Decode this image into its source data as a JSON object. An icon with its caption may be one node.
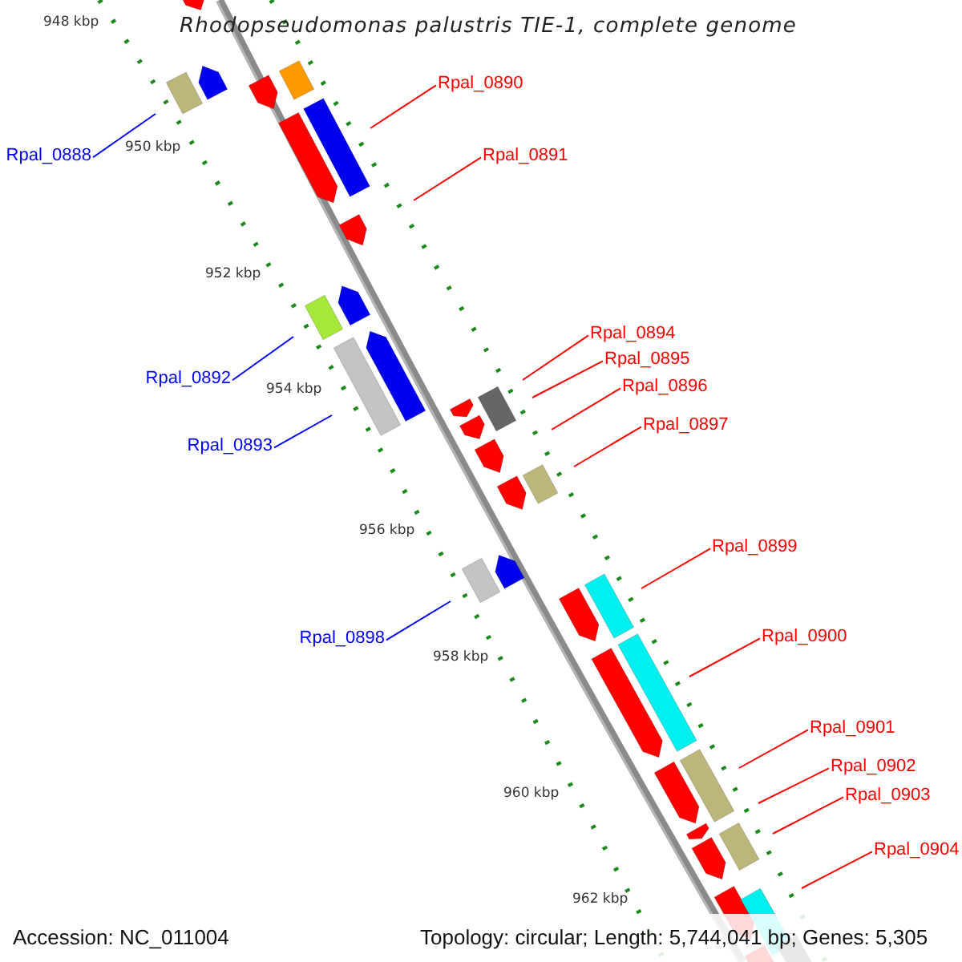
{
  "diagram": {
    "title": "Rhodopseudomonas palustris TIE-1, complete genome",
    "nodes": [
      {
        "text": [
          "Rpal_0888"
        ]
      },
      {
        "text": [
          "Rpal_0890"
        ]
      },
      {
        "text": [
          "Rpal_0891"
        ]
      },
      {
        "text": [
          "Rpal_0892"
        ]
      },
      {
        "text": [
          "Rpal_0893"
        ]
      },
      {
        "text": [
          "Rpal_0894"
        ]
      },
      {
        "text": [
          "Rpal_0895"
        ]
      },
      {
        "text": [
          "Rpal_0896"
        ]
      },
      {
        "text": [
          "Rpal_0897"
        ]
      },
      {
        "text": [
          "Rpal_0898"
        ]
      },
      {
        "text": [
          "Rpal_0899"
        ]
      },
      {
        "text": [
          "Rpal_0900"
        ]
      },
      {
        "text": [
          "Rpal_0901"
        ]
      },
      {
        "text": [
          "Rpal_0902"
        ]
      },
      {
        "text": [
          "Rpal_0903"
        ]
      },
      {
        "text": [
          "Rpal_0904"
        ]
      }
    ],
    "edges": [
      {
        "from": 0,
        "to": null,
        "arrow": "none",
        "color": "#0000ff"
      },
      {
        "from": 1,
        "to": null,
        "arrow": "none"
      },
      {
        "from": 2,
        "to": null,
        "arrow": "none"
      },
      {
        "from": 3,
        "to": null,
        "arrow": "none",
        "color": "#0000ff"
      },
      {
        "from": 4,
        "to": null,
        "arrow": "none",
        "color": "#0000ff"
      },
      {
        "from": 5,
        "to": null,
        "arrow": "none"
      },
      {
        "from": 6,
        "to": null,
        "arrow": "none"
      },
      {
        "from": 7,
        "to": null,
        "arrow": "none"
      },
      {
        "from": 8,
        "to": null,
        "arrow": "none"
      },
      {
        "from": 9,
        "to": null,
        "arrow": "none",
        "color": "#0000ff"
      },
      {
        "from": 10,
        "to": null,
        "arrow": "none"
      },
      {
        "from": 11,
        "to": null,
        "arrow": "none"
      },
      {
        "from": 12,
        "to": null,
        "arrow": "none"
      },
      {
        "from": 13,
        "to": null,
        "arrow": "none"
      },
      {
        "from": 14,
        "to": null,
        "arrow": "none"
      },
      {
        "from": 15,
        "to": null,
        "arrow": "none"
      }
    ],
    "labels": [
      "948 kbp",
      "950 kbp",
      "952 kbp",
      "954 kbp",
      "956 kbp",
      "958 kbp",
      "960 kbp",
      "962 kbp",
      "Accession: NC_011004",
      "Topology: circular; Length: 5,744,041 bp; Genes: 5,305"
    ]
  }
}
